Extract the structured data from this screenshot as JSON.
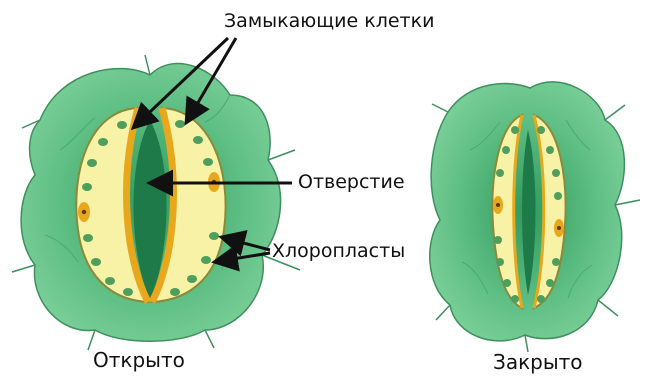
{
  "labels": {
    "guard_cells": "Замыкающие клетки",
    "opening": "Отверстие",
    "chloroplasts": "Хлоропласты",
    "open": "Открыто",
    "closed": "Закрыто"
  },
  "colors": {
    "epidermis": "#66c28a",
    "epidermis_outline": "#3f8f5e",
    "guard_cell": "#f7f2a6",
    "guard_outline": "#8a8a3a",
    "inner_wall": "#e8a81e",
    "pore": "#1f7a4a",
    "chloroplast": "#4f9e5e"
  }
}
